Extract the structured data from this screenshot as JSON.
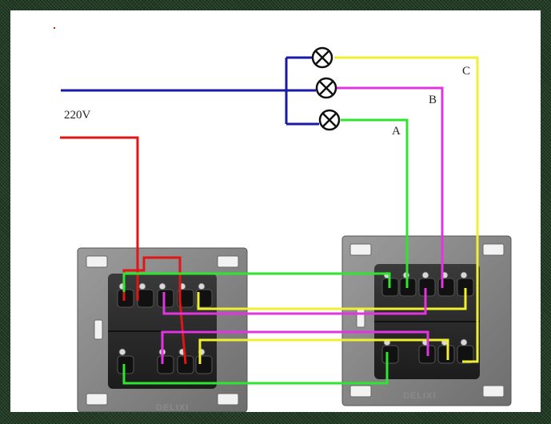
{
  "labels": {
    "voltage": "220V",
    "lamp_a": "A",
    "lamp_b": "B",
    "lamp_c": "C"
  },
  "switches": {
    "left_brand": "DELIXI",
    "right_brand": "DELIXI"
  },
  "colors": {
    "neutral": "#1a1aa8",
    "live": "#e01515",
    "wire_a": "#2ee62e",
    "wire_b": "#e035e0",
    "wire_c": "#f0f032",
    "plate": "#8c8c8c",
    "module": "#2a2a2a"
  },
  "icons": [
    "lamp-icon",
    "screw-terminal-icon"
  ]
}
